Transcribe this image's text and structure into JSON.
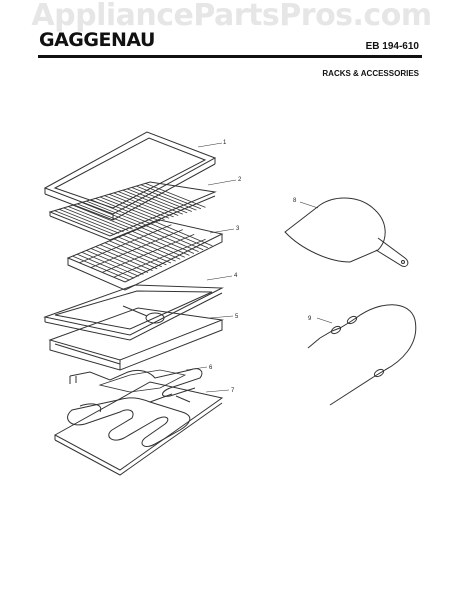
{
  "watermark": "AppliancePartsPros.com",
  "header": {
    "brand": "GAGGENAU",
    "model": "EB 194-610",
    "section": "RACKS & ACCESSORIES"
  },
  "callouts": [
    "1",
    "2",
    "3",
    "4",
    "5",
    "6",
    "7",
    "8",
    "9"
  ]
}
